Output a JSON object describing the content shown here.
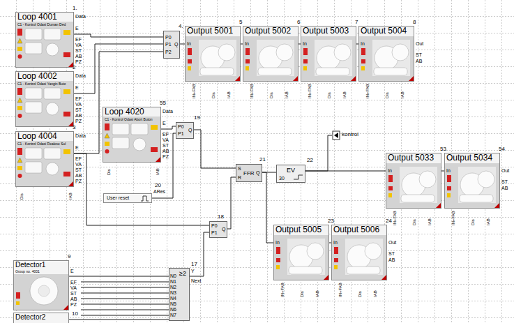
{
  "diagram": {
    "nodes": [
      {
        "text": [
          "Loop 4001",
          "C1 - Kontrol Odasi Duman Ded"
        ]
      },
      {
        "text": [
          "Loop 4002",
          "C1 - Kontrol Odasi Yangin Buto"
        ]
      },
      {
        "text": [
          "Loop 4004",
          "C1 - Kontrol Odasi Realese Sul"
        ]
      },
      {
        "text": [
          "P0",
          "P1",
          "P2",
          "Q"
        ]
      },
      {
        "text": [
          "Output 5001"
        ]
      },
      {
        "text": [
          "Output 5002"
        ]
      },
      {
        "text": [
          "Output 5003"
        ]
      },
      {
        "text": [
          "Output 5004"
        ]
      },
      {
        "text": [
          "Loop 4020",
          "C1 - Kontrol Odasi Abort Buton"
        ]
      },
      {
        "text": [
          "P0",
          "P1",
          "Q"
        ]
      },
      {
        "text": [
          "User reset"
        ]
      },
      {
        "text": [
          "S",
          "FFR",
          "R",
          "Q"
        ]
      },
      {
        "text": [
          "EV",
          "30"
        ]
      },
      {
        "text": [
          "kontrol"
        ]
      },
      {
        "text": [
          "Output 5033"
        ]
      },
      {
        "text": [
          "Output 5034"
        ]
      },
      {
        "text": [
          "P0",
          "P1",
          "Q"
        ]
      },
      {
        "text": [
          "Output 5005"
        ]
      },
      {
        "text": [
          "Output 5006"
        ]
      },
      {
        "text": [
          "Detector1",
          "Group no. 4001"
        ]
      },
      {
        "text": [
          "≥2"
        ]
      },
      {
        "text": [
          "Detector2"
        ]
      }
    ],
    "edges": [
      {
        "from": 0,
        "to": 3,
        "arrow": "none"
      },
      {
        "from": 1,
        "to": 3,
        "arrow": "none"
      },
      {
        "from": 2,
        "to": 3,
        "arrow": "none"
      },
      {
        "from": 2,
        "to": 16,
        "arrow": "none"
      },
      {
        "from": 3,
        "to": 4,
        "arrow": "none"
      },
      {
        "from": 4,
        "to": 5,
        "arrow": "none"
      },
      {
        "from": 5,
        "to": 6,
        "arrow": "none"
      },
      {
        "from": 6,
        "to": 7,
        "arrow": "none"
      },
      {
        "from": 8,
        "to": 9,
        "arrow": "none"
      },
      {
        "from": 10,
        "to": 9,
        "arrow": "none"
      },
      {
        "from": 9,
        "to": 11,
        "arrow": "none"
      },
      {
        "from": 16,
        "to": 11,
        "arrow": "none"
      },
      {
        "from": 11,
        "to": 12,
        "arrow": "none"
      },
      {
        "from": 12,
        "to": 14,
        "arrow": "none"
      },
      {
        "from": 12,
        "to": 13,
        "arrow": "none"
      },
      {
        "from": 14,
        "to": 15,
        "arrow": "none"
      },
      {
        "from": 11,
        "to": 17,
        "arrow": "none"
      },
      {
        "from": 17,
        "to": 18,
        "arrow": "none"
      },
      {
        "from": 19,
        "to": 20,
        "arrow": "none"
      },
      {
        "from": 21,
        "to": 20,
        "arrow": "none"
      },
      {
        "from": 20,
        "to": 16,
        "arrow": "none"
      }
    ],
    "labels": [
      "1.",
      "Data",
      "E",
      "EF",
      "VA",
      "ST",
      "AB",
      "PZ",
      "2",
      "Data",
      "E",
      "EF",
      "VA",
      "ST",
      "AB",
      "PZ",
      "3",
      "Data",
      "E",
      "EF",
      "VA",
      "ST",
      "AB",
      "PZ",
      "Dis",
      "IAB",
      "4.",
      "5",
      "In",
      "IN+FAB",
      "Dis",
      "IAB",
      "6",
      "In",
      "IN+FAB",
      "Dis",
      "IAB",
      "7",
      "In",
      "IN+FAB",
      "Dis",
      "IAB",
      "8",
      "In",
      "IN+FAB",
      "Dis",
      "IAB",
      "Out",
      "ST",
      "AB",
      "55",
      "Data",
      "E",
      "EF",
      "VA",
      "ST",
      "AB",
      "PZ",
      "Dis",
      "IAB",
      "19",
      "20",
      "ARes",
      "21",
      "22",
      "53",
      "In",
      "IN+FAB",
      "Dis",
      "IAB",
      "54",
      "In",
      "IN+FAB",
      "Dis",
      "IAB",
      "Out",
      "ST",
      "AB",
      "18",
      "23",
      "In",
      "IN+FAB",
      "Dis",
      "IAB",
      "24",
      "In",
      "IN+FAB",
      "Dis",
      "IAB",
      "Out",
      "ST",
      "AB",
      "9",
      "E",
      "EF",
      "VA",
      "ST",
      "AB",
      "PZ",
      "17",
      "Y",
      "Next",
      "N0",
      "N1",
      "N2",
      "N3",
      "N4",
      "N5",
      "N6",
      "N7",
      "10"
    ]
  }
}
